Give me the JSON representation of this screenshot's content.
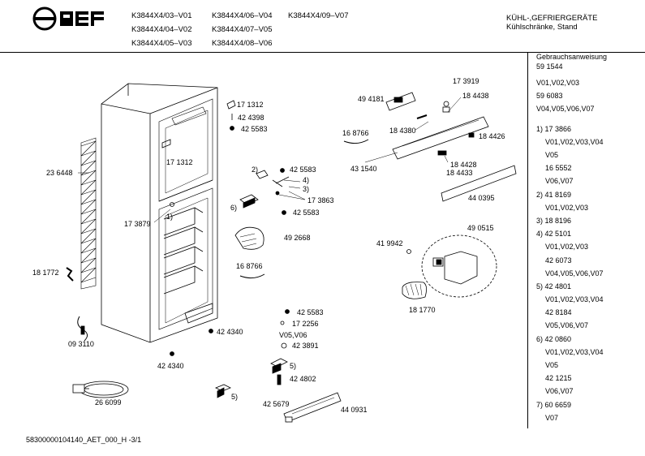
{
  "header": {
    "brand": "NEFF",
    "models": [
      [
        "K3844X4/03–V01",
        "K3844X4/04–V02",
        "K3844X4/05–V03"
      ],
      [
        "K3844X4/06–V04",
        "K3844X4/07–V05",
        "K3844X4/08–V06"
      ],
      [
        "K3844X4/09–V07"
      ]
    ],
    "category_line1": "KÜHL-,GEFRIERGERÄTE",
    "category_line2": "Kühlschränke, Stand"
  },
  "sidebar": {
    "lines": [
      "Gebrauchsanweisung",
      "59 1544",
      "V01,V02,V03",
      "59 6083",
      "V04,V05,V06,V07",
      "1) 17 3866",
      "V01,V02,V03,V04",
      "V05",
      "16 5552",
      "V06,V07",
      "2) 41 8169",
      "V01,V02,V03",
      "3) 18 8196",
      "4) 42 5101",
      "V01,V02,V03",
      "42 6073",
      "V04,V05,V06,V07",
      "5) 42 4801",
      "V01,V02,V03,V04",
      "42 8184",
      "V05,V06,V07",
      "6) 42 0860",
      "V01,V02,V03,V04",
      "V05",
      "42 1215",
      "V06,V07",
      "7) 60 6659",
      "V07"
    ]
  },
  "labels": {
    "l_171312a": "17 1312",
    "l_424398": "42 4398",
    "l_425583a": "42 5583",
    "l_171312b": "17 1312",
    "l_236448": "23 6448",
    "l_173879": "17 3879",
    "l_1a": "1)",
    "l_2": "2)",
    "l_425583b": "42 5583",
    "l_4": "4)",
    "l_3": "3)",
    "l_173863": "17 3863",
    "l_6": "6)",
    "l_425583c": "42 5583",
    "l_492668": "49 2668",
    "l_168766a": "16 8766",
    "l_181772": "18 1772",
    "l_093110": "09 3110",
    "l_424340a": "42 4340",
    "l_424340b": "42 4340",
    "l_266099": "26 6099",
    "l_5a": "5)",
    "l_425583d": "42 5583",
    "l_172256": "17 2256",
    "l_v05v06": "V05,V06",
    "l_423891": "42 3891",
    "l_5b": "5)",
    "l_424802": "42 4802",
    "l_425679": "42 5679",
    "l_440931": "44 0931",
    "l_494181": "49 4181",
    "l_173919": "17 3919",
    "l_184438": "18 4438",
    "l_168766b": "16 8766",
    "l_184380": "18 4380",
    "l_184426": "18 4426",
    "l_431540": "43 1540",
    "l_184428": "18 4428",
    "l_184433": "18 4433",
    "l_440395": "44 0395",
    "l_490515": "49 0515",
    "l_419942": "41 9942",
    "l_181770": "18 1770"
  },
  "footer": {
    "doc_id": "58300000104140_AET_000_H  -3/1"
  }
}
